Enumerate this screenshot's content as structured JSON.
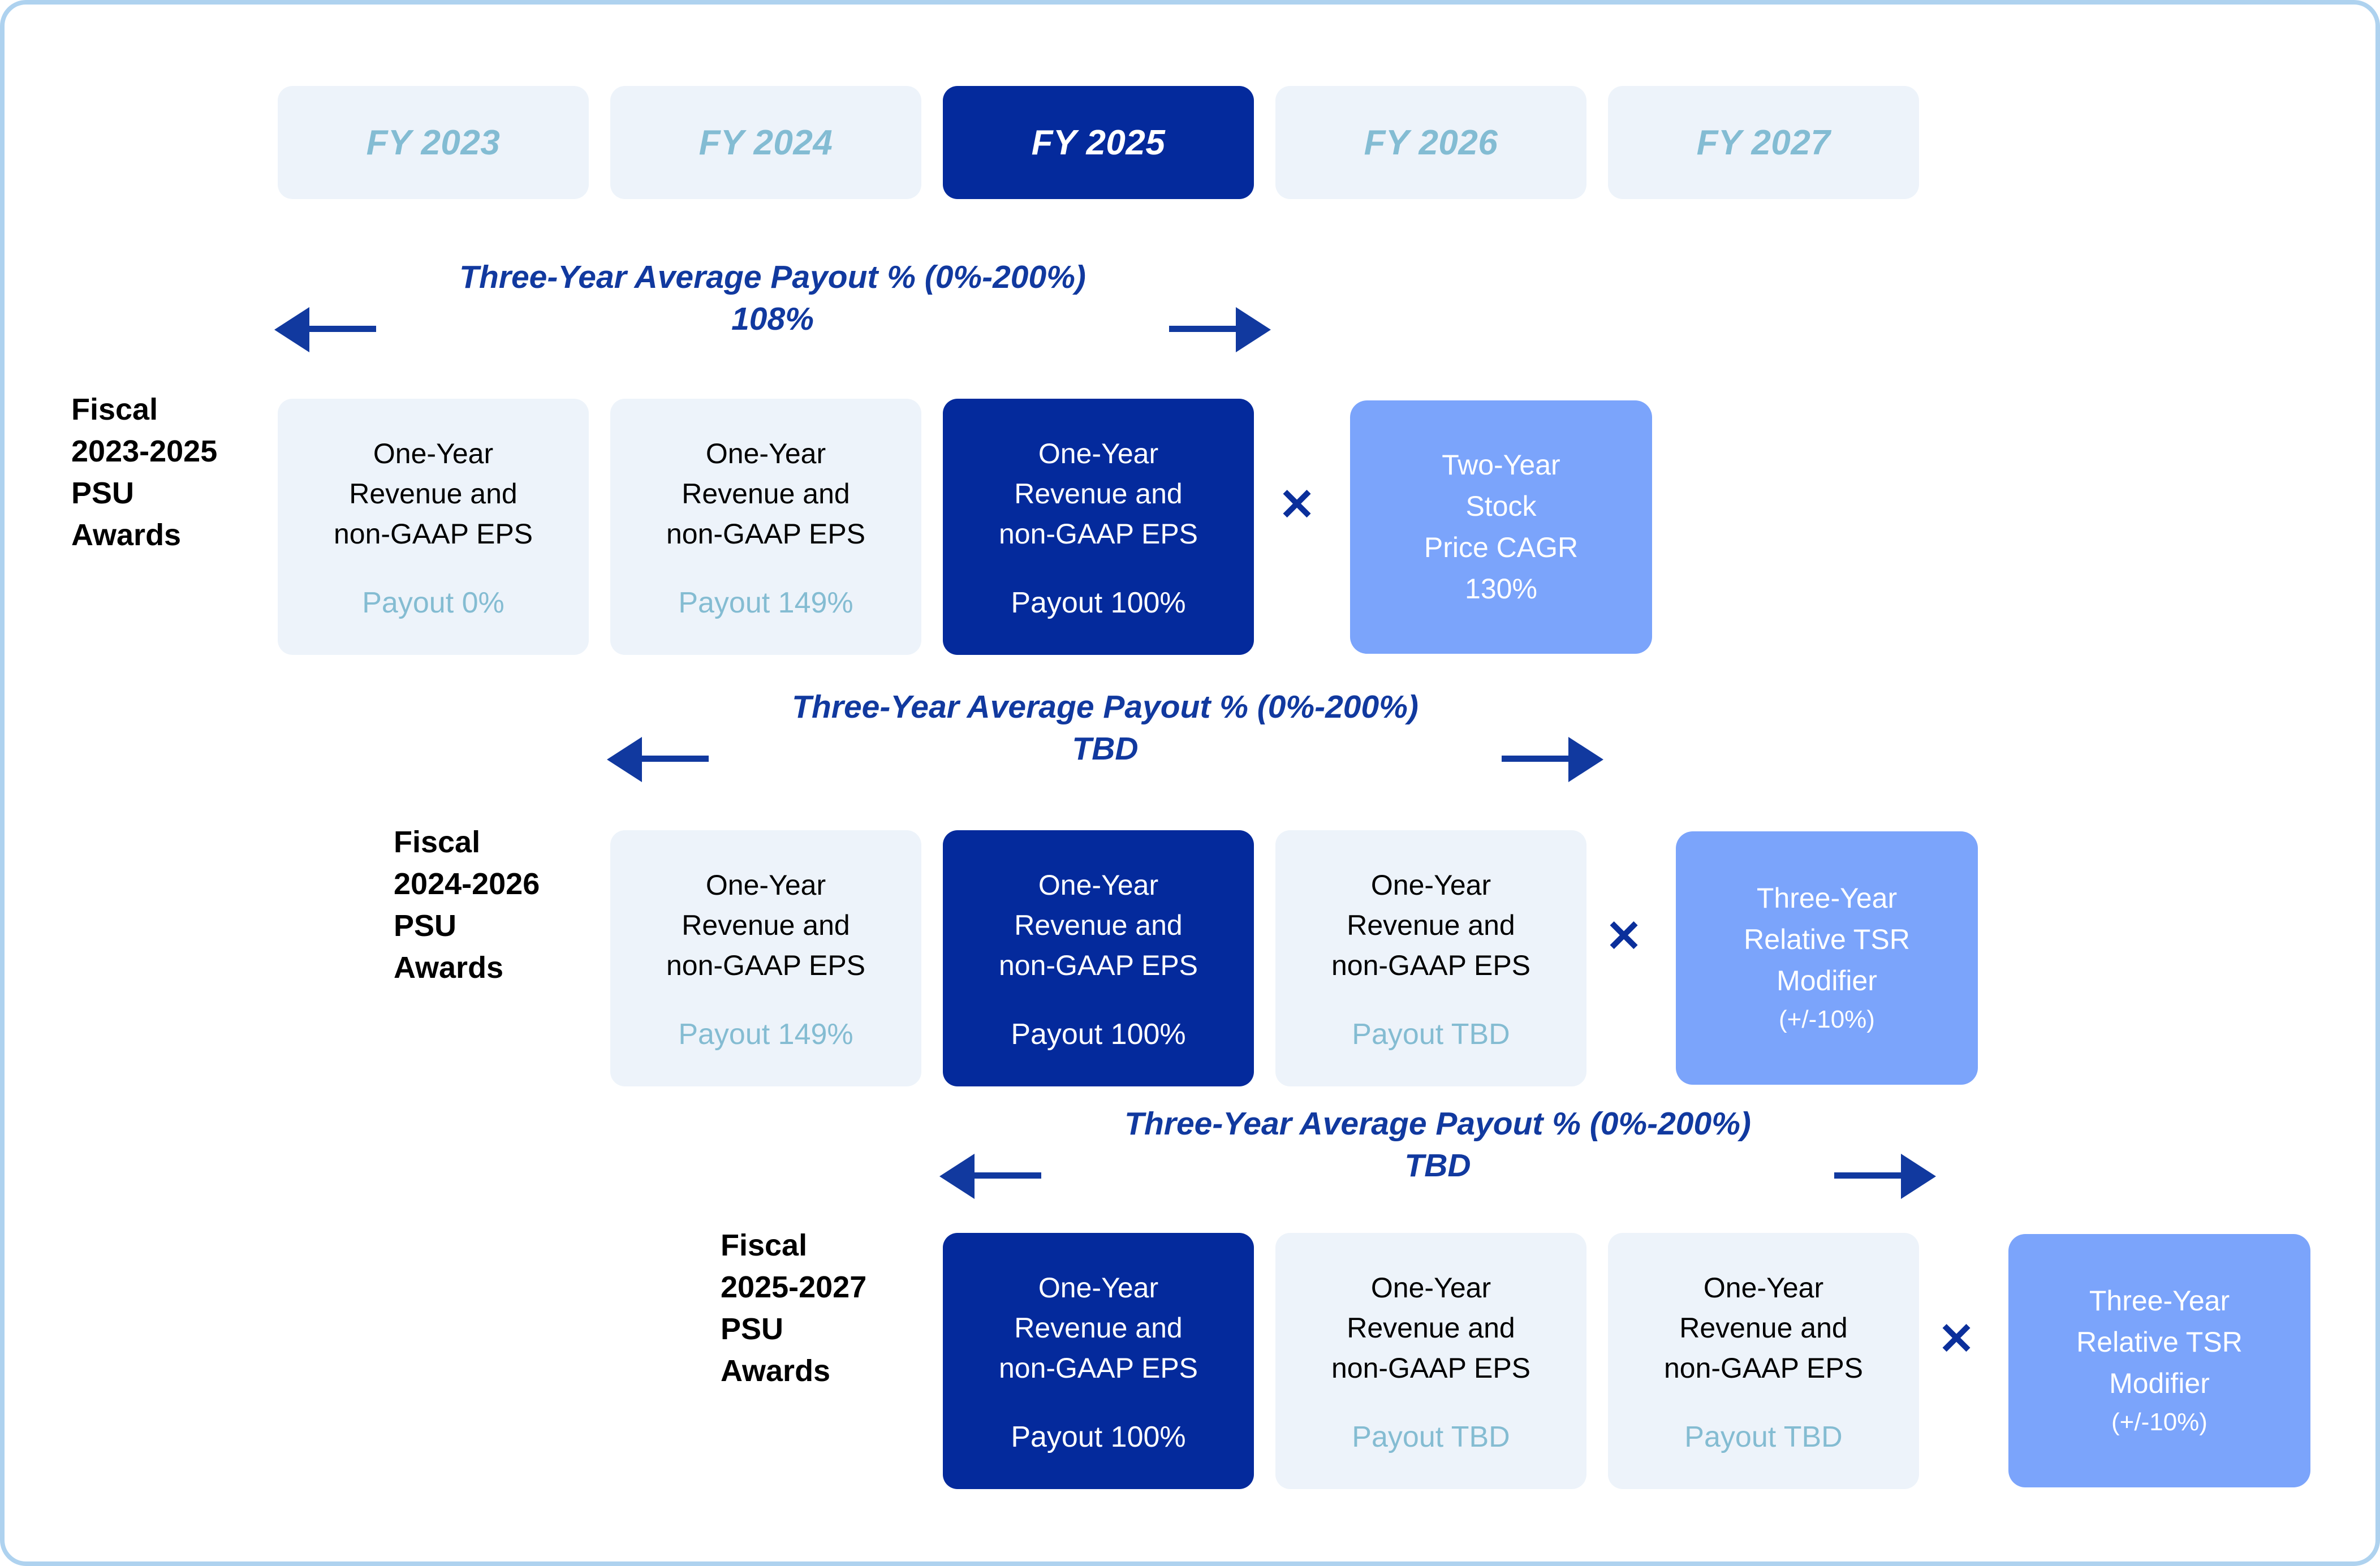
{
  "frame": {
    "border_color": "#aed2ef",
    "background": "#ffffff"
  },
  "palette": {
    "dark_blue": "#042a9c",
    "light_panel": "#edf3fa",
    "muted_blue_text": "#84bcd2",
    "modifier_blue": "#7ba4fb",
    "arrow_blue": "#11399f",
    "frame_blue": "#aed2ef"
  },
  "timeline": {
    "years": [
      {
        "label": "FY 2023",
        "active": false
      },
      {
        "label": "FY 2024",
        "active": false
      },
      {
        "label": "FY 2025",
        "active": true
      },
      {
        "label": "FY 2026",
        "active": false
      },
      {
        "label": "FY 2027",
        "active": false
      }
    ]
  },
  "rows": [
    {
      "label": "Fiscal\n2023-2025\nPSU\nAwards",
      "band": {
        "caption": "Three-Year Average Payout % (0%-200%)",
        "value": "108%"
      },
      "boxes": [
        {
          "title": "One-Year\nRevenue and\nnon-GAAP EPS",
          "payout": "Payout 0%",
          "highlighted": false
        },
        {
          "title": "One-Year\nRevenue and\nnon-GAAP EPS",
          "payout": "Payout 149%",
          "highlighted": false
        },
        {
          "title": "One-Year\nRevenue and\nnon-GAAP EPS",
          "payout": "Payout 100%",
          "highlighted": true
        }
      ],
      "operator": "✕",
      "modifier": {
        "text": "Two-Year\nStock\nPrice CAGR\n130%",
        "sub": ""
      }
    },
    {
      "label": "Fiscal\n2024-2026\nPSU\nAwards",
      "band": {
        "caption": "Three-Year Average Payout % (0%-200%)",
        "value": "TBD"
      },
      "boxes": [
        {
          "title": "One-Year\nRevenue and\nnon-GAAP EPS",
          "payout": "Payout 149%",
          "highlighted": false
        },
        {
          "title": "One-Year\nRevenue and\nnon-GAAP EPS",
          "payout": "Payout 100%",
          "highlighted": true
        },
        {
          "title": "One-Year\nRevenue and\nnon-GAAP EPS",
          "payout": "Payout TBD",
          "highlighted": false
        }
      ],
      "operator": "✕",
      "modifier": {
        "text": "Three-Year\nRelative TSR\nModifier",
        "sub": "(+/-10%)"
      }
    },
    {
      "label": "Fiscal\n2025-2027\nPSU\nAwards",
      "band": {
        "caption": "Three-Year Average Payout % (0%-200%)",
        "value": "TBD"
      },
      "boxes": [
        {
          "title": "One-Year\nRevenue and\nnon-GAAP EPS",
          "payout": "Payout 100%",
          "highlighted": true
        },
        {
          "title": "One-Year\nRevenue and\nnon-GAAP EPS",
          "payout": "Payout TBD",
          "highlighted": false
        },
        {
          "title": "One-Year\nRevenue and\nnon-GAAP EPS",
          "payout": "Payout TBD",
          "highlighted": false
        }
      ],
      "operator": "✕",
      "modifier": {
        "text": "Three-Year\nRelative TSR\nModifier",
        "sub": "(+/-10%)"
      }
    }
  ]
}
